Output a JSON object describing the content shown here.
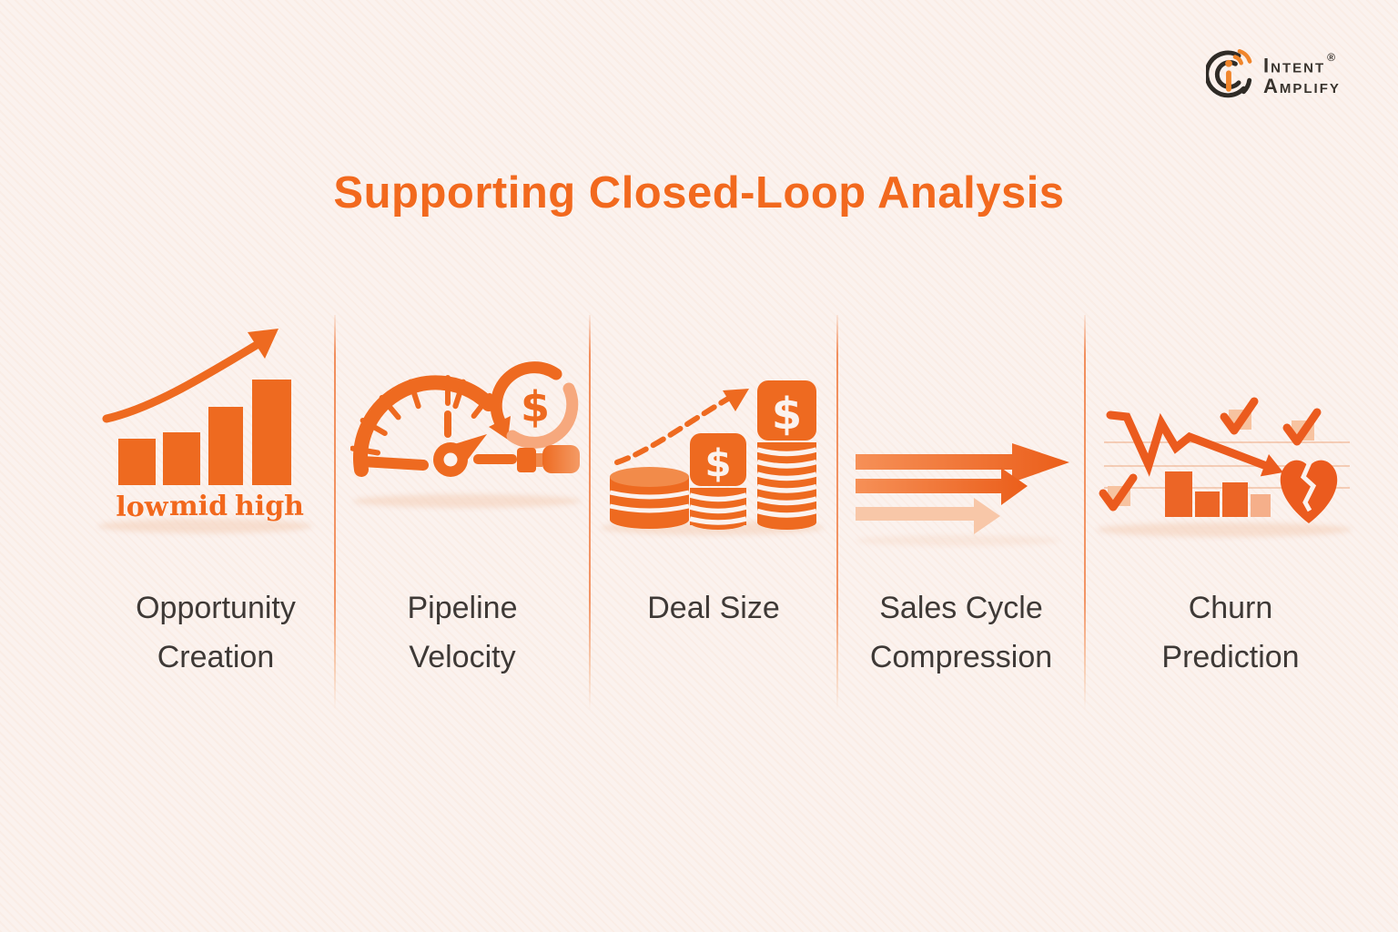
{
  "title": "Supporting Closed-Loop Analysis",
  "logo": {
    "word1": "Intent",
    "word2": "Amplify",
    "registered": "®"
  },
  "glyphs": {
    "dollar": "$"
  },
  "colors": {
    "background": "#FBF2EE",
    "accent_orange": "#EE6A20",
    "title_orange": "#F2691E",
    "label_gray": "#3E3936",
    "pale_orange": "#F8C7A8",
    "logo_dark": "#2F2B26",
    "logo_orange": "#F0852B"
  },
  "columns": [
    {
      "icon": "growth-bar-chart-icon",
      "label_line1": "Opportunity",
      "label_line2": "Creation",
      "bar_labels": {
        "low": "low",
        "mid": "mid",
        "high": "high"
      }
    },
    {
      "icon": "speedometer-dollar-cycle-icon",
      "label_line1": "Pipeline",
      "label_line2": "Velocity"
    },
    {
      "icon": "coin-stacks-icon",
      "label_line1": "Deal Size",
      "label_line2": ""
    },
    {
      "icon": "compression-arrows-icon",
      "label_line1": "Sales Cycle",
      "label_line2": "Compression"
    },
    {
      "icon": "churn-decline-broken-heart-icon",
      "label_line1": "Churn",
      "label_line2": "Prediction"
    }
  ]
}
